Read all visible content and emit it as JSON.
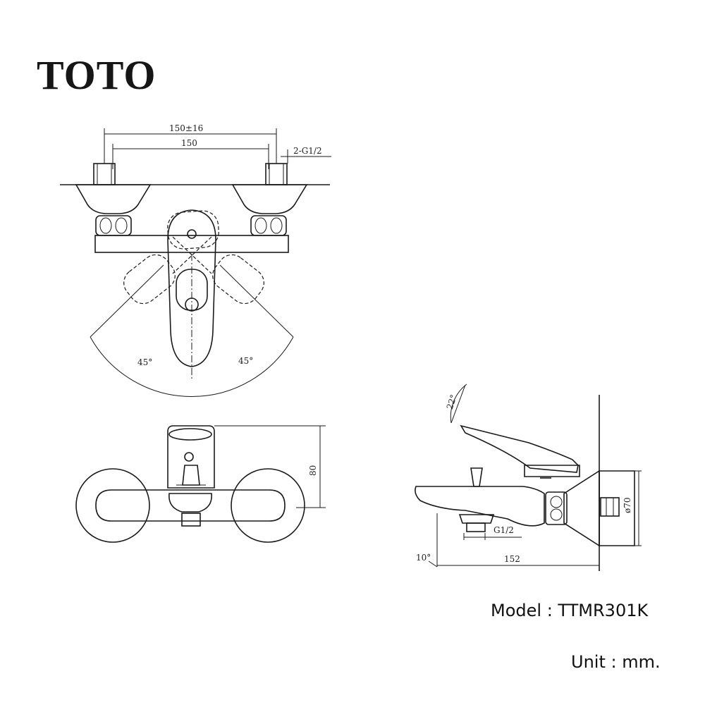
{
  "brand": {
    "logo_text": "TOTO"
  },
  "top_view": {
    "dim_overall": "150±16",
    "dim_center": "150",
    "dim_inlet": "2-G1/2",
    "angle_left": "45°",
    "angle_right": "45°"
  },
  "front_view": {
    "dim_height": "80"
  },
  "side_view": {
    "angle_handle": "22°",
    "dim_diameter": "ø70",
    "dim_outlet": "G1/2",
    "angle_spout": "10°",
    "dim_length": "152"
  },
  "labels": {
    "model": "Model : TTMR301K",
    "unit": "Unit : mm."
  }
}
